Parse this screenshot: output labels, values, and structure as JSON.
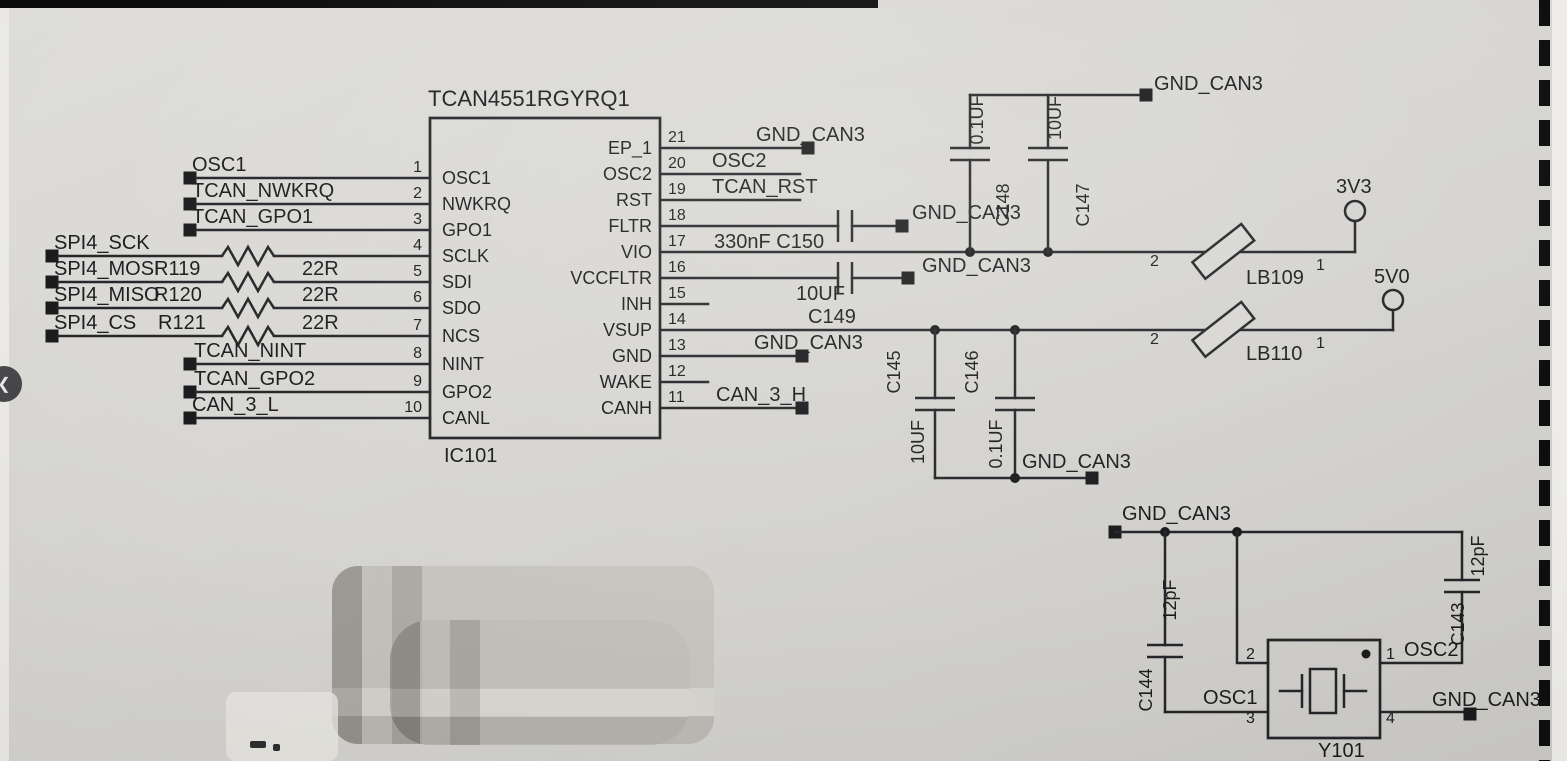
{
  "colors": {
    "ink": "#1d1d20",
    "paper": "#d8d7d3",
    "edge_black": "#0b0b0b"
  },
  "ui": {
    "prev_button_glyph": "❮"
  },
  "ic": {
    "title": "TCAN4551RGYRQ1",
    "refdes": "IC101",
    "left_pins": [
      {
        "num": "1",
        "name": "OSC1",
        "net": "OSC1"
      },
      {
        "num": "2",
        "name": "NWKRQ",
        "net": "TCAN_NWKRQ"
      },
      {
        "num": "3",
        "name": "GPO1",
        "net": "TCAN_GPO1"
      },
      {
        "num": "4",
        "name": "SCLK",
        "net": "SPI4_SCK"
      },
      {
        "num": "5",
        "name": "SDI",
        "net": "SPI4_MOSI"
      },
      {
        "num": "6",
        "name": "SDO",
        "net": "SPI4_MISO"
      },
      {
        "num": "7",
        "name": "NCS",
        "net": "SPI4_CS"
      },
      {
        "num": "8",
        "name": "NINT",
        "net": "TCAN_NINT"
      },
      {
        "num": "9",
        "name": "GPO2",
        "net": "TCAN_GPO2"
      },
      {
        "num": "10",
        "name": "CANL",
        "net": "CAN_3_L"
      }
    ],
    "right_pins": [
      {
        "num": "21",
        "name": "EP_1"
      },
      {
        "num": "20",
        "name": "OSC2"
      },
      {
        "num": "19",
        "name": "RST"
      },
      {
        "num": "18",
        "name": "FLTR"
      },
      {
        "num": "17",
        "name": "VIO"
      },
      {
        "num": "16",
        "name": "VCCFLTR"
      },
      {
        "num": "15",
        "name": "INH"
      },
      {
        "num": "14",
        "name": "VSUP"
      },
      {
        "num": "13",
        "name": "GND"
      },
      {
        "num": "12",
        "name": "WAKE"
      },
      {
        "num": "11",
        "name": "CANH"
      }
    ]
  },
  "resistors": [
    {
      "refdes": "R119",
      "value": "22R"
    },
    {
      "refdes": "R120",
      "value": "22R"
    },
    {
      "refdes": "R121",
      "value": "22R"
    }
  ],
  "nets": {
    "ep1_gnd": "GND_CAN3",
    "osc2": "OSC2",
    "tcan_rst": "TCAN_RST",
    "fltr_gnd": "GND_CAN3",
    "vccfltr_gnd": "GND_CAN3",
    "pin13_gnd": "GND_CAN3",
    "canh": "CAN_3_H",
    "vsup_gnd": "GND_CAN3",
    "top_gnd": "GND_CAN3",
    "rail_3v3": "3V3",
    "rail_5v0": "5V0"
  },
  "capacitors": {
    "c150_label": "330nF C150",
    "c149": {
      "refdes": "C149",
      "value": "10UF"
    },
    "c148": {
      "refdes": "C148",
      "value": "0.1UF"
    },
    "c147": {
      "refdes": "C147",
      "value": "10UF"
    },
    "c145": {
      "refdes": "C145",
      "value": "10UF"
    },
    "c146": {
      "refdes": "C146",
      "value": "0.1UF"
    },
    "c144": {
      "refdes": "C144",
      "value": "12pF"
    },
    "c143": {
      "refdes": "C143",
      "value": "12pF"
    }
  },
  "beads": {
    "lb109": {
      "refdes": "LB109",
      "pin_left": "2",
      "pin_right": "1"
    },
    "lb110": {
      "refdes": "LB110",
      "pin_left": "2",
      "pin_right": "1"
    }
  },
  "crystal": {
    "refdes": "Y101",
    "gnd_top": "GND_CAN3",
    "gnd_right": "GND_CAN3",
    "osc1": "OSC1",
    "osc2": "OSC2",
    "pin1": "1",
    "pin2": "2",
    "pin3": "3",
    "pin4": "4"
  }
}
